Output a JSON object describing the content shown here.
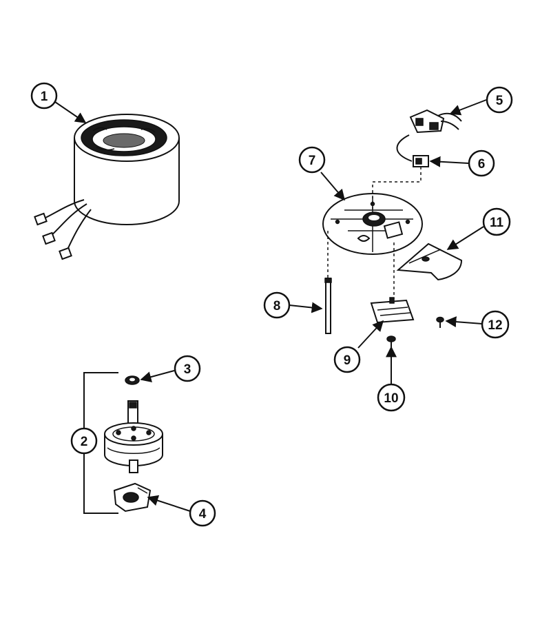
{
  "callouts": [
    {
      "id": "c1",
      "label": "1"
    },
    {
      "id": "c2",
      "label": "2"
    },
    {
      "id": "c3",
      "label": "3"
    },
    {
      "id": "c4",
      "label": "4"
    },
    {
      "id": "c5",
      "label": "5"
    },
    {
      "id": "c6",
      "label": "6"
    },
    {
      "id": "c7",
      "label": "7"
    },
    {
      "id": "c8",
      "label": "8"
    },
    {
      "id": "c9",
      "label": "9"
    },
    {
      "id": "c10",
      "label": "10"
    },
    {
      "id": "c11",
      "label": "11"
    },
    {
      "id": "c12",
      "label": "12"
    }
  ],
  "colors": {
    "ink": "#111111",
    "paper": "#ffffff",
    "shade": "#9a9a9a"
  }
}
